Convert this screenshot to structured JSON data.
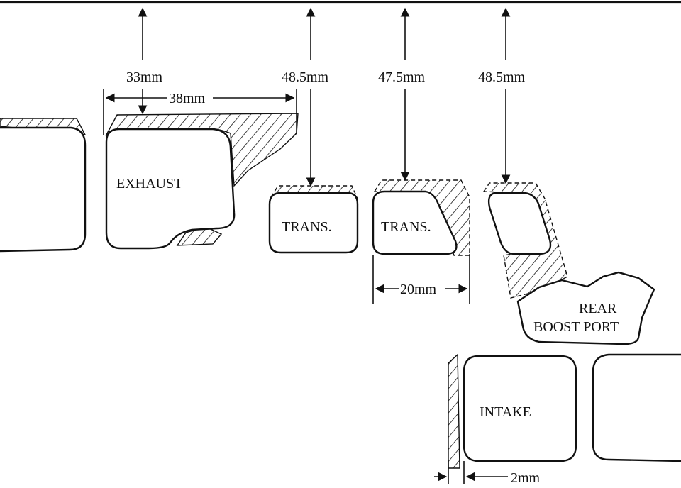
{
  "ports": {
    "exhaust": "EXHAUST",
    "transfer_1": "TRANS.",
    "transfer_2": "TRANS.",
    "rear_boost_line1": "REAR",
    "rear_boost_line2": "BOOST PORT",
    "intake": "INTAKE"
  },
  "dimensions": {
    "exhaust_height": "33mm",
    "exhaust_width": "38mm",
    "transfer_1_height": "48.5mm",
    "transfer_2_height": "47.5mm",
    "boost_height": "48.5mm",
    "transfer_width": "20mm",
    "intake_offset": "2mm"
  },
  "colors": {
    "ink": "#111111",
    "paper": "#ffffff"
  }
}
